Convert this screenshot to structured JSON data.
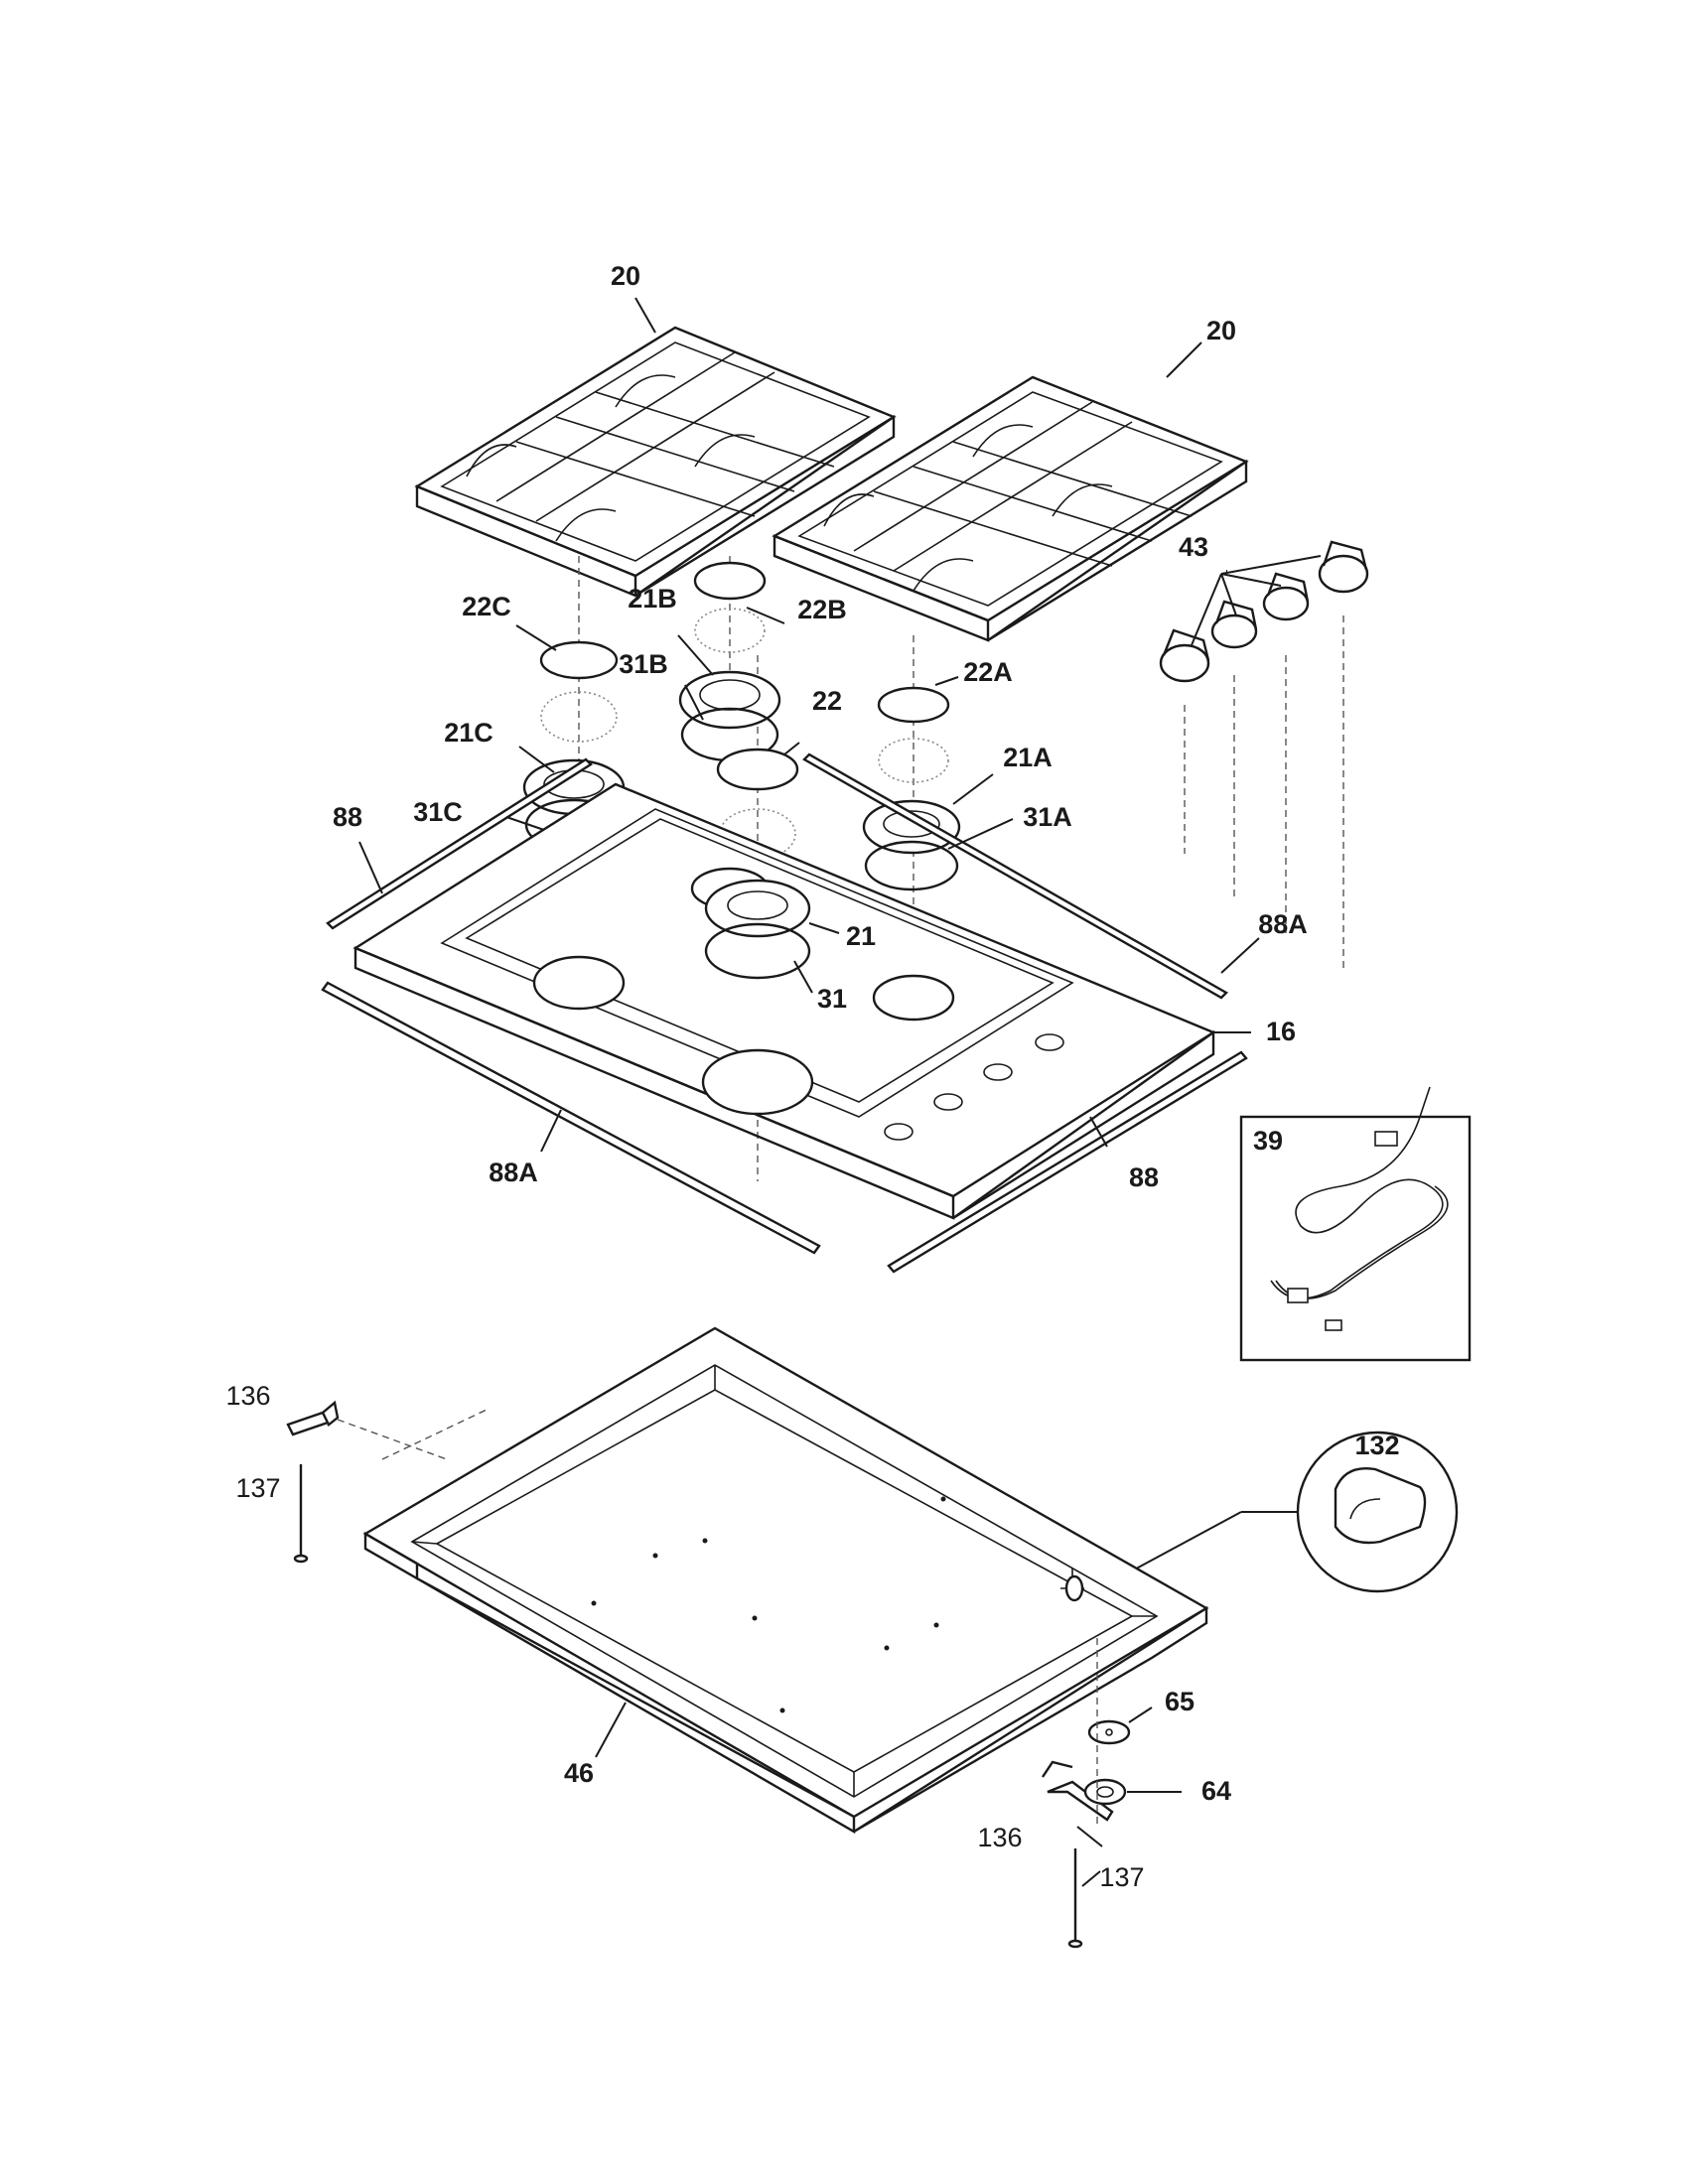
{
  "labels": {
    "grate_left": "20",
    "grate_right": "20",
    "cap_22C": "22C",
    "head_21B": "21B",
    "cap_22B": "22B",
    "ring_31B": "31B",
    "cap_22A": "22A",
    "cap_22": "22",
    "head_21C": "21C",
    "head_21A": "21A",
    "trim_88_left": "88",
    "ring_31C": "31C",
    "ring_31A": "31A",
    "knobs_43": "43",
    "head_21": "21",
    "trim_88A_right": "88A",
    "ring_31": "31",
    "cooktop_16": "16",
    "trim_88A_bottom": "88A",
    "trim_88_bottom": "88",
    "cord_39": "39",
    "part_132": "132",
    "bracket_136_top": "136",
    "screw_137_top": "137",
    "pan_46": "46",
    "part_65": "65",
    "part_64": "64",
    "bracket_136_bottom": "136",
    "screw_137_bottom": "137"
  }
}
